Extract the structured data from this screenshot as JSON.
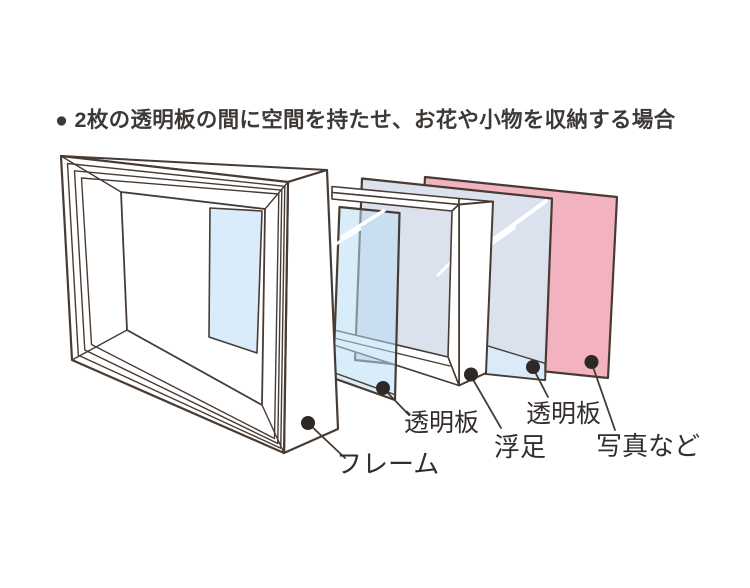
{
  "title": {
    "text": "● 2枚の透明板の間に空間を持たせ、お花や小物を収納する場合"
  },
  "diagram": {
    "labels": {
      "frame": "フレーム",
      "plate1": "透明板",
      "spacer": "浮足",
      "plate2": "透明板",
      "photo": "写真など"
    },
    "colors": {
      "line": "#473b33",
      "dot": "#2e2926",
      "text": "#332e2b",
      "plate_blue": "#badcf4",
      "pane_blue": "#daecfb",
      "plate_lavender": "#dce1ee",
      "plate_strip": "#d9eaf8",
      "photo_pink": "#f3b2c0"
    }
  }
}
